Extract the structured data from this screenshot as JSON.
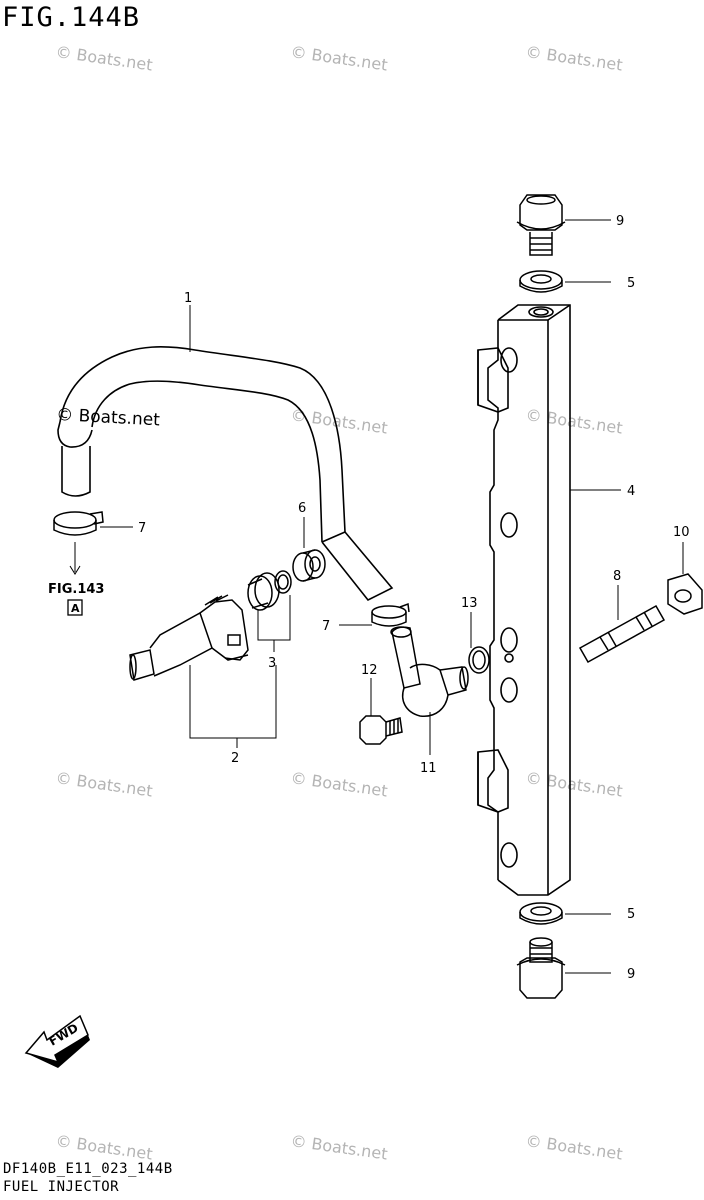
{
  "figure": {
    "title": "FIG.144B",
    "code": "DF140B_E11_023_144B",
    "name": "FUEL INJECTOR"
  },
  "watermark": {
    "text": "© Boats.net",
    "prominent": "© Boats.net"
  },
  "callouts": {
    "c1": "1",
    "c2": "2",
    "c3": "3",
    "c4": "4",
    "c5_top": "5",
    "c5_bottom": "5",
    "c6": "6",
    "c7_left": "7",
    "c7_mid": "7",
    "c8": "8",
    "c9_top": "9",
    "c9_bottom": "9",
    "c10": "10",
    "c11": "11",
    "c12": "12",
    "c13": "13"
  },
  "reference": {
    "fig": "FIG.143",
    "letter": "A"
  },
  "direction": {
    "label": "FWD"
  },
  "colors": {
    "line": "#000000",
    "watermark": "#b4b4b4",
    "background": "#ffffff"
  }
}
